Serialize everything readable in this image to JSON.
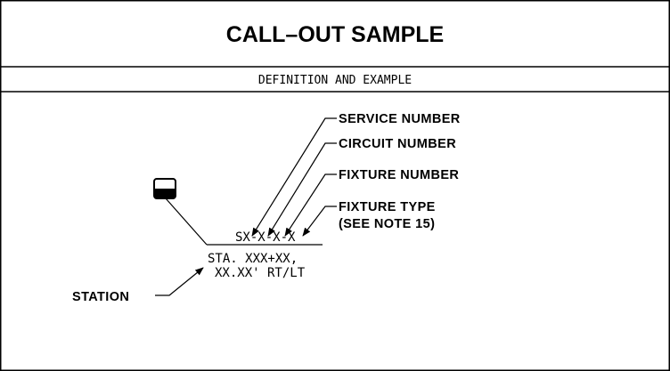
{
  "title": "CALL–OUT SAMPLE",
  "subtitle": "DEFINITION AND EXAMPLE",
  "callout": {
    "code": "SX-X-X-X",
    "station_line1": "STA. XXX+XX,",
    "station_line2": "XX.XX' RT/LT"
  },
  "labels": {
    "service_number": "SERVICE NUMBER",
    "circuit_number": "CIRCUIT NUMBER",
    "fixture_number": "FIXTURE NUMBER",
    "fixture_type_line1": "FIXTURE TYPE",
    "fixture_type_line2": "(SEE NOTE 15)",
    "station": "STATION"
  },
  "icons": {
    "fixture_symbol": "light-fixture-icon"
  }
}
